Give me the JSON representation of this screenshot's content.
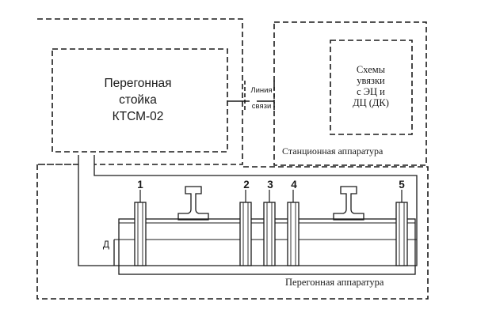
{
  "colors": {
    "ink": "#1a1a1a",
    "background": "#ffffff"
  },
  "left_block": {
    "title_line1": "Перегонная",
    "title_line2": "стойка",
    "title_line3": "КТСМ-02"
  },
  "link": {
    "line1": "Линия",
    "line2": "связи"
  },
  "station": {
    "caption": "Станционная аппаратура",
    "inner_line1": "Схемы",
    "inner_line2": "увязки",
    "inner_line3": "с ЭЦ и",
    "inner_line4": "ДЦ (ДК)"
  },
  "track": {
    "caption": "Перегонная аппаратура",
    "sensor_label": "Д",
    "units": [
      "1",
      "2",
      "3",
      "4",
      "5"
    ]
  }
}
